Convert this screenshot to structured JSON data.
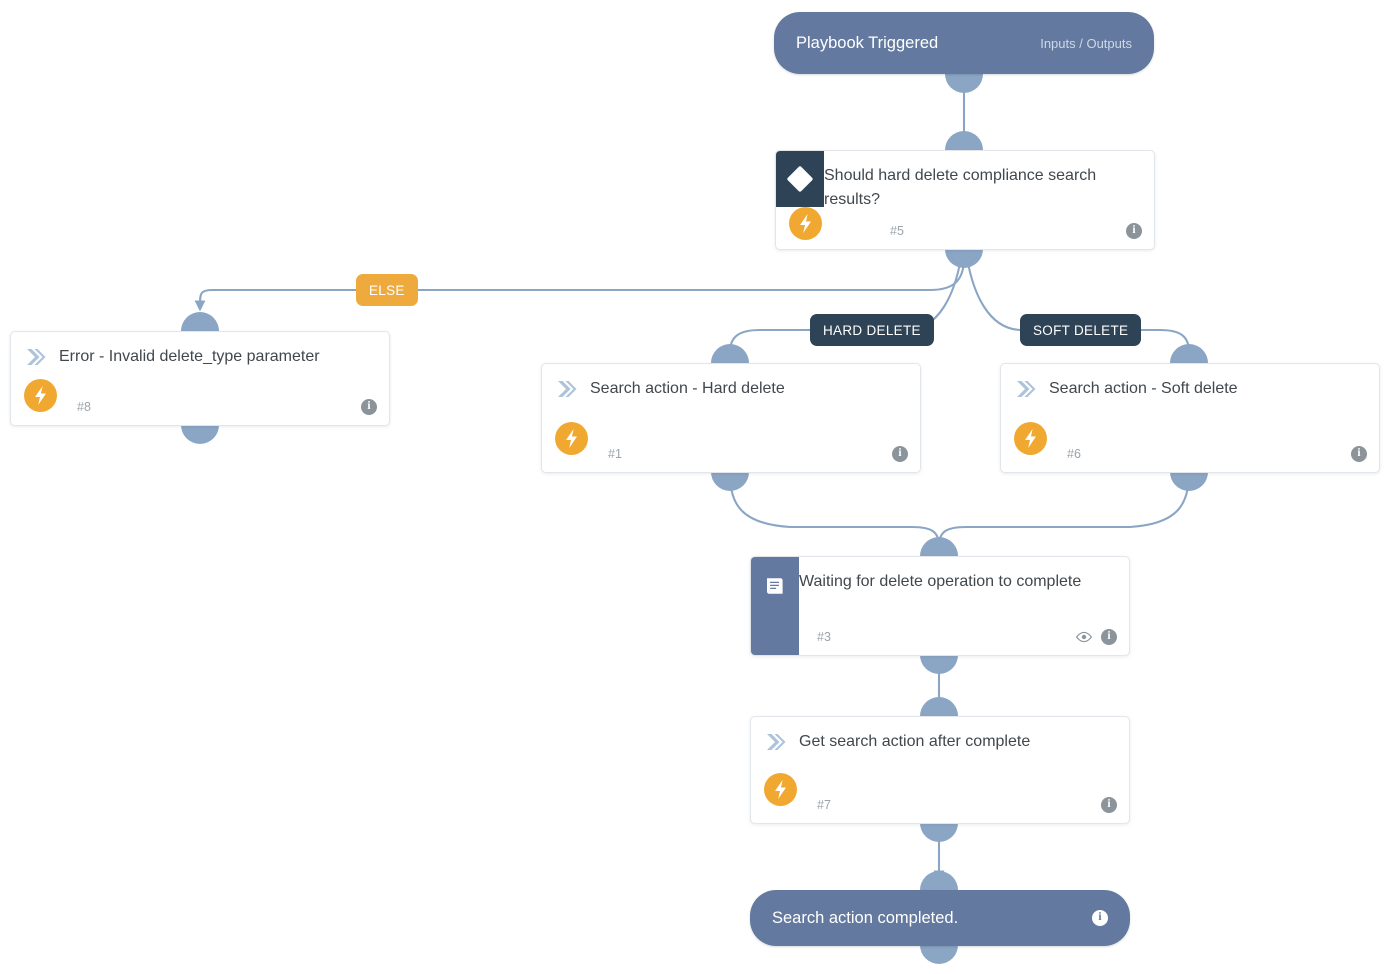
{
  "diagram": {
    "title": "Playbook flow",
    "colors": {
      "canvas": "#ffffff",
      "pill": "#64799f",
      "dock": "#8ba6c4",
      "edge": "#8ba6c4",
      "decision_gutter": "#2e4356",
      "note_gutter": "#64799f",
      "bolt": "#f0a830",
      "label_amber": "#eeaa3c",
      "label_navy": "#2e4356",
      "card_text": "#40474d",
      "ref_text": "#9aa4ac"
    }
  },
  "nodes": {
    "trigger": {
      "title": "Playbook Triggered",
      "side_label": "Inputs / Outputs",
      "kind": "start-pill"
    },
    "decision": {
      "title": "Should hard delete compliance search results?",
      "ref": "#5",
      "kind": "decision",
      "glyph": "diamond-icon",
      "badge": "bolt-icon",
      "info": "info-icon"
    },
    "error": {
      "title": "Error - Invalid delete_type parameter",
      "ref": "#8",
      "kind": "action",
      "glyph": "chevron-right-icon",
      "badge": "bolt-icon",
      "info": "info-icon"
    },
    "hard_delete": {
      "title": "Search action - Hard delete",
      "ref": "#1",
      "kind": "action",
      "glyph": "chevron-right-icon",
      "badge": "bolt-icon",
      "info": "info-icon"
    },
    "soft_delete": {
      "title": "Search action - Soft delete",
      "ref": "#6",
      "kind": "action",
      "glyph": "chevron-right-icon",
      "badge": "bolt-icon",
      "info": "info-icon"
    },
    "waiting": {
      "title": "Waiting for delete operation to complete",
      "ref": "#3",
      "kind": "note",
      "glyph": "book-icon",
      "eye": "eye-icon",
      "info": "info-icon"
    },
    "get_search": {
      "title": "Get search action after complete",
      "ref": "#7",
      "kind": "action",
      "glyph": "chevron-right-icon",
      "badge": "bolt-icon",
      "info": "info-icon"
    },
    "completed": {
      "title": "Search action completed.",
      "kind": "end-pill",
      "info": "info-icon"
    }
  },
  "edge_labels": {
    "else": "ELSE",
    "hard_delete": "HARD DELETE",
    "soft_delete": "SOFT DELETE"
  }
}
